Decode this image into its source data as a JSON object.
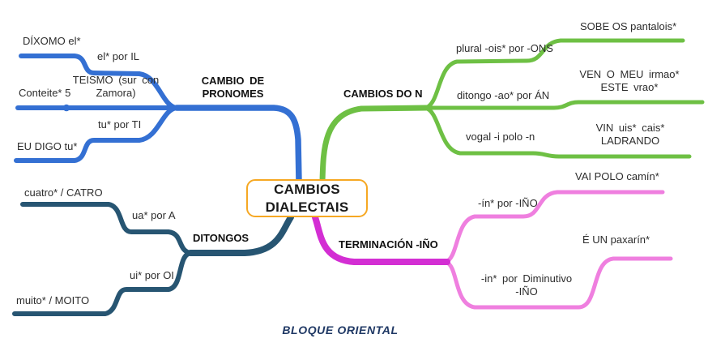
{
  "center": {
    "title": "CAMBIOS\nDIALECTAIS"
  },
  "footer": {
    "label": "BLOQUE ORIENTAL",
    "color": "#1F3864"
  },
  "colors": {
    "blue": "#3470D3",
    "green": "#6EC044",
    "navy": "#275572",
    "magenta": "#D32ED3",
    "pink": "#EF7FDF",
    "orange": "#F6A823"
  },
  "branches": [
    {
      "label": "CAMBIO DE\nPRONOMES",
      "color": "#3470D3",
      "children": [
        {
          "label": "el* por IL",
          "leaf": "DÍXOMO el*"
        },
        {
          "label": "TEISMO (sur con\nZamora)",
          "leaf": "Conteite* 5"
        },
        {
          "label": "tu* por TI",
          "leaf": "EU DIGO tu*"
        }
      ]
    },
    {
      "label": "CAMBIOS DO N",
      "color": "#6EC044",
      "children": [
        {
          "label": "plural -ois* por -ONS",
          "leaf": "SOBE OS pantalois*"
        },
        {
          "label": "ditongo -ao* por ÁN",
          "leaf": "VEN O MEU irmao*\nESTE vrao*"
        },
        {
          "label": "vogal -i polo -n",
          "leaf": "VIN uis* cais*\nLADRANDO"
        }
      ]
    },
    {
      "label": "DITONGOS",
      "color": "#275572",
      "children": [
        {
          "label": "ua* por A",
          "leaf": "cuatro* / CATRO"
        },
        {
          "label": "ui* por OI",
          "leaf": "muito* / MOITO"
        }
      ]
    },
    {
      "label": "TERMINACIÓN -IÑO",
      "color": "#D32ED3",
      "children": [
        {
          "label": "-ín* por -IÑO",
          "leaf": "VAI POLO camín*"
        },
        {
          "label": "-in* por Diminutivo\n-IÑO",
          "leaf": "É UN paxarín*"
        }
      ]
    }
  ]
}
